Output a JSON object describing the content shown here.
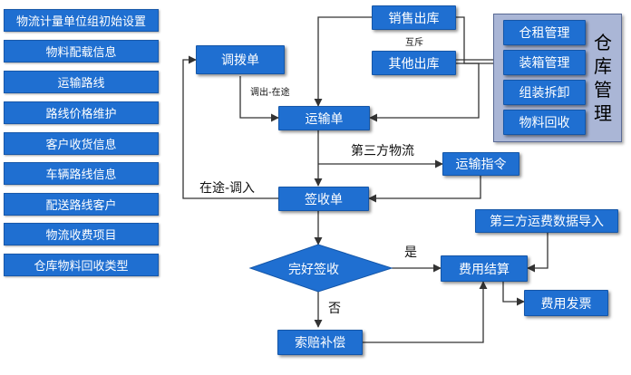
{
  "sidebar": {
    "items": [
      {
        "label": "物流计量单位组初始设置"
      },
      {
        "label": "物料配载信息"
      },
      {
        "label": "运输路线"
      },
      {
        "label": "路线价格维护"
      },
      {
        "label": "客户收货信息"
      },
      {
        "label": "车辆路线信息"
      },
      {
        "label": "配送路线客户"
      },
      {
        "label": "物流收费项目"
      },
      {
        "label": "仓库物料回收类型"
      }
    ]
  },
  "nodes": {
    "sales_out": "销售出库",
    "other_out": "其他出库",
    "transfer": "调拨单",
    "transport": "运输单",
    "transport_cmd": "运输指令",
    "receipt": "签收单",
    "signed_ok": "完好签收",
    "settlement": "费用结算",
    "third_import": "第三方运费数据导入",
    "invoice": "费用发票",
    "claim": "索赔补偿"
  },
  "warehouse": {
    "title": "仓库管理",
    "items": [
      "仓租管理",
      "装箱管理",
      "组装拆卸",
      "物料回收"
    ]
  },
  "labels": {
    "mutual": "互斥",
    "out_in_transit": "调出-在途",
    "third_party": "第三方物流",
    "in_transit_in": "在途-调入",
    "yes": "是",
    "no": "否"
  },
  "colors": {
    "box": "#1f6fd1",
    "panel": "#aab6d6",
    "line": "#333333"
  }
}
